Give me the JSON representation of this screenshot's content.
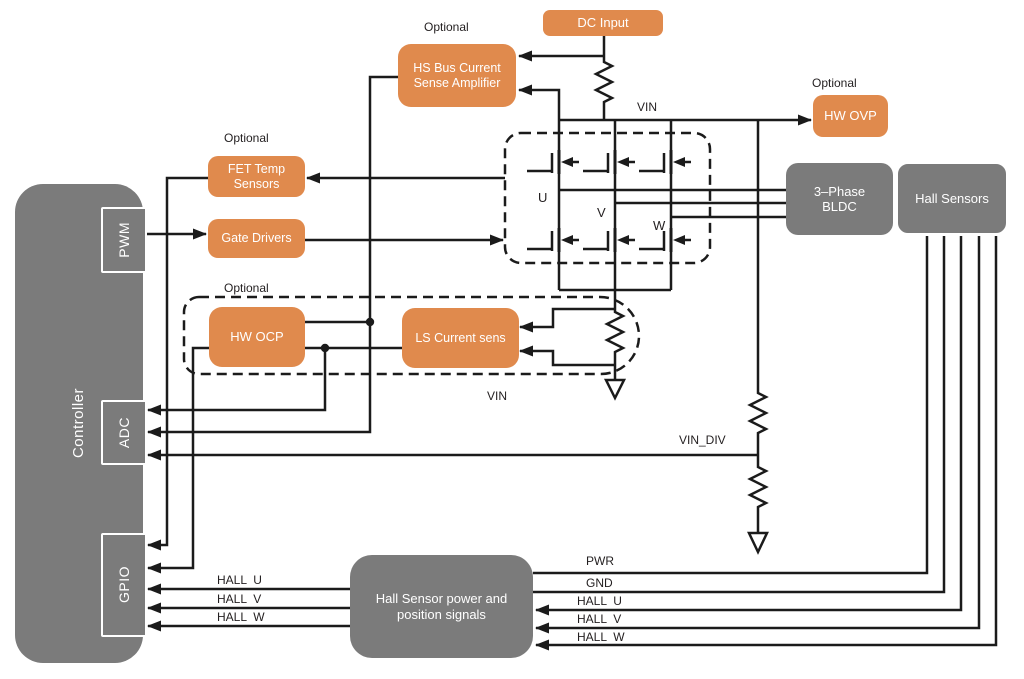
{
  "colors": {
    "accent_orange": "#E08A4D",
    "block_gray": "#7B7B7B",
    "wire_black": "#1B1B1B"
  },
  "blocks": {
    "controller": "Controller",
    "pwm": "PWM",
    "adc": "ADC",
    "gpio": "GPIO",
    "dc_input": "DC Input",
    "hs_amp": "HS Bus Current\nSense Amplifier",
    "hw_ovp": "HW OVP",
    "fet_temp": "FET Temp\nSensors",
    "gate_drivers": "Gate Drivers",
    "hw_ocp": "HW OCP",
    "ls_sense": "LS Current sens",
    "bldc": "3–Phase\nBLDC",
    "hall_sensors": "Hall Sensors",
    "hall_power": "Hall Sensor power and\nposition signals"
  },
  "labels": {
    "optional": "Optional",
    "vin": "VIN",
    "vin_div": "VIN_DIV",
    "pwr": "PWR",
    "gnd": "GND",
    "hall_u": "HALL  U",
    "hall_v": "HALL  V",
    "hall_w": "HALL  W",
    "phase_u": "U",
    "phase_v": "V",
    "phase_w": "W"
  }
}
